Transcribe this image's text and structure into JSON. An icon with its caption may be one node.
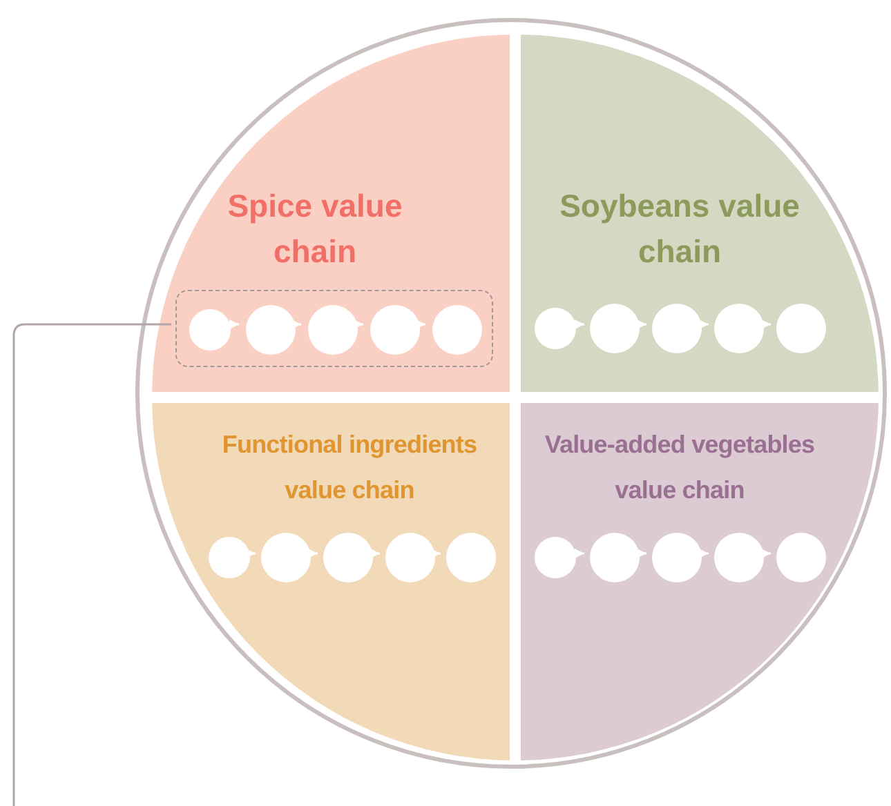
{
  "diagram": {
    "nodes": [
      {
        "text": [],
        "shape": "circle"
      },
      {
        "text": [
          "Spice value chain"
        ],
        "in": 0
      },
      {
        "text": [],
        "shape": "box",
        "in": 1
      },
      {
        "text": [],
        "shape": "circle",
        "in": 2
      },
      {
        "text": [],
        "shape": "circle",
        "in": 2
      },
      {
        "text": [],
        "shape": "circle",
        "in": 2
      },
      {
        "text": [],
        "shape": "circle",
        "in": 2
      },
      {
        "text": [],
        "shape": "circle",
        "in": 2
      },
      {
        "text": [
          "Soybeans value chain"
        ],
        "in": 0
      },
      {
        "text": [],
        "shape": "circle",
        "in": 8
      },
      {
        "text": [],
        "shape": "circle",
        "in": 8
      },
      {
        "text": [],
        "shape": "circle",
        "in": 8
      },
      {
        "text": [],
        "shape": "circle",
        "in": 8
      },
      {
        "text": [],
        "shape": "circle",
        "in": 8
      },
      {
        "text": [
          "Functional ingredients value chain"
        ],
        "in": 0
      },
      {
        "text": [],
        "shape": "circle",
        "in": 14
      },
      {
        "text": [],
        "shape": "circle",
        "in": 14
      },
      {
        "text": [],
        "shape": "circle",
        "in": 14
      },
      {
        "text": [],
        "shape": "circle",
        "in": 14
      },
      {
        "text": [],
        "shape": "circle",
        "in": 14
      },
      {
        "text": [
          "Value-added vegetables value chain"
        ],
        "in": 0
      },
      {
        "text": [],
        "shape": "circle",
        "in": 20
      },
      {
        "text": [],
        "shape": "circle",
        "in": 20
      },
      {
        "text": [],
        "shape": "circle",
        "in": 20
      },
      {
        "text": [],
        "shape": "circle",
        "in": 20
      },
      {
        "text": [],
        "shape": "circle",
        "in": 20
      }
    ],
    "edges": [
      {
        "from": 3,
        "to": 4,
        "arrow": "to"
      },
      {
        "from": 4,
        "to": 5,
        "arrow": "to"
      },
      {
        "from": 5,
        "to": 6,
        "arrow": "to"
      },
      {
        "from": 6,
        "to": 7,
        "arrow": "to"
      },
      {
        "from": 9,
        "to": 10,
        "arrow": "to"
      },
      {
        "from": 10,
        "to": 11,
        "arrow": "to"
      },
      {
        "from": 11,
        "to": 12,
        "arrow": "to"
      },
      {
        "from": 12,
        "to": 13,
        "arrow": "to"
      },
      {
        "from": 15,
        "to": 16,
        "arrow": "to"
      },
      {
        "from": 16,
        "to": 17,
        "arrow": "to"
      },
      {
        "from": 17,
        "to": 18,
        "arrow": "to"
      },
      {
        "from": 18,
        "to": 19,
        "arrow": "to"
      },
      {
        "from": 21,
        "to": 22,
        "arrow": "to"
      },
      {
        "from": 22,
        "to": 23,
        "arrow": "to"
      },
      {
        "from": 23,
        "to": 24,
        "arrow": "to"
      },
      {
        "from": 24,
        "to": 25,
        "arrow": "to"
      },
      {
        "from": 2,
        "to": null,
        "arrow": "none",
        "color": "#b3a6a6"
      }
    ]
  }
}
